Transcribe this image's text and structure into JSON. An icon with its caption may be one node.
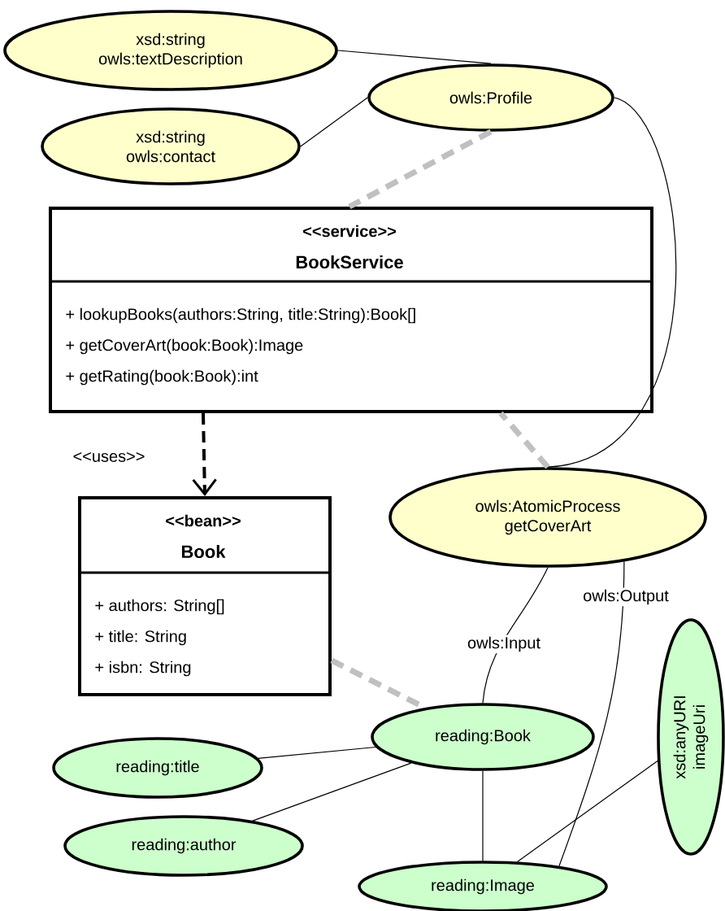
{
  "diagram": {
    "nodes": [
      {
        "text": [
          "xsd:string",
          "owls:textDescription"
        ]
      },
      {
        "text": [
          "owls:Profile"
        ]
      },
      {
        "text": [
          "xsd:string",
          "owls:contact"
        ]
      },
      {
        "text": [
          "<<service>>",
          "BookService",
          "+ lookupBooks(authors:String, title:String):Book[]",
          "+ getCoverArt(book:Book):Image",
          "+ getRating(book:Book):int"
        ]
      },
      {
        "text": [
          "<<bean>>",
          "Book",
          "+ authors: String[]",
          "+ title: String",
          "+ isbn: String"
        ]
      },
      {
        "text": [
          "owls:AtomicProcess",
          "getCoverArt"
        ]
      },
      {
        "text": [
          "reading:Book"
        ]
      },
      {
        "text": [
          "reading:title"
        ]
      },
      {
        "text": [
          "reading:author"
        ]
      },
      {
        "text": [
          "reading:Image"
        ]
      },
      {
        "text": [
          "xsd:anyURI",
          "imageUri"
        ]
      }
    ],
    "edges": [
      {
        "from": 0,
        "to": 1,
        "arrow": "none"
      },
      {
        "from": 2,
        "to": 1,
        "arrow": "none"
      },
      {
        "from": 1,
        "to": 5,
        "arrow": "none"
      },
      {
        "from": 1,
        "to": 3,
        "arrow": "none",
        "style": "dashed",
        "color": "#c0c0c0"
      },
      {
        "from": 5,
        "to": 3,
        "arrow": "none",
        "style": "dashed",
        "color": "#c0c0c0"
      },
      {
        "from": 3,
        "to": 4,
        "arrow": "to",
        "style": "dashed",
        "label": "<<uses>>"
      },
      {
        "from": 5,
        "to": 6,
        "arrow": "none",
        "label": "owls:Input"
      },
      {
        "from": 5,
        "to": 9,
        "arrow": "none",
        "label": "owls:Output"
      },
      {
        "from": 4,
        "to": 6,
        "arrow": "none",
        "style": "dashed",
        "color": "#c0c0c0"
      },
      {
        "from": 6,
        "to": 7,
        "arrow": "none"
      },
      {
        "from": 6,
        "to": 8,
        "arrow": "none"
      },
      {
        "from": 6,
        "to": 9,
        "arrow": "none"
      },
      {
        "from": 10,
        "to": 9,
        "arrow": "none"
      }
    ]
  }
}
